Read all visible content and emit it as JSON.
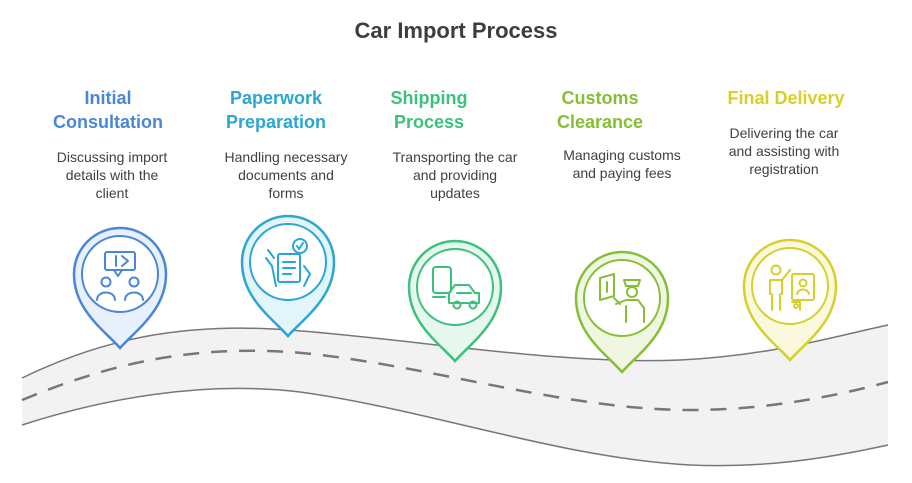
{
  "title": "Car Import Process",
  "colors": {
    "step1": "#4a86d8",
    "step2": "#2aa6d6",
    "step3": "#3cc17d",
    "step4": "#86bf35",
    "step5": "#d8cf2a",
    "road": "#f2f2f2",
    "road_edge": "#777777"
  },
  "steps": [
    {
      "title_line1": "Initial",
      "title_line2": "Consultation",
      "desc_line1": "Discussing import",
      "desc_line2": "details with the",
      "desc_line3": "client",
      "icon": "consultation-icon"
    },
    {
      "title_line1": "Paperwork",
      "title_line2": "Preparation",
      "desc_line1": "Handling necessary",
      "desc_line2": "documents and",
      "desc_line3": "forms",
      "icon": "document-checklist-icon"
    },
    {
      "title_line1": "Shipping",
      "title_line2": "Process",
      "desc_line1": "Transporting the car",
      "desc_line2": "and providing",
      "desc_line3": "updates",
      "icon": "truck-car-icon"
    },
    {
      "title_line1": "Customs",
      "title_line2": "Clearance",
      "desc_line1": "Managing customs",
      "desc_line2": "and paying fees",
      "desc_line3": "",
      "icon": "customs-officer-icon"
    },
    {
      "title_line1": "Final Delivery",
      "title_line2": "",
      "desc_line1": "Delivering the car",
      "desc_line2": "and assisting with",
      "desc_line3": "registration",
      "icon": "delivery-registration-icon"
    }
  ]
}
